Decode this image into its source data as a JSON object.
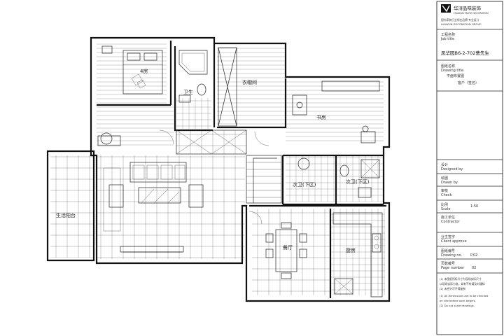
{
  "title_block": {
    "company_name": "华浔品味装饰",
    "company_en": "HUAXUN TASTE DECORATION",
    "company_slogan": "国内家装行业领先品牌 专业设计",
    "company_group": "HUAXUN DECORATION GROUP",
    "project_label": "工程名称",
    "project_label_en": "Job title",
    "project_name": "凤华园B6-2-702曹先生",
    "drawing_label": "图纸名称",
    "drawing_label_en": "Drawing title",
    "drawing_name": "平面布置图",
    "drawing_sub": "客户（签名）",
    "designed_label": "设计",
    "designed_label_en": "Designed by",
    "drawn_label": "绘图",
    "drawn_label_en": "Drawn by",
    "check_label": "审核",
    "check_label_en": "Check",
    "scale_label": "比例",
    "scale_label_en": "Scale",
    "scale_value": "1:50",
    "contractor_label": "施工单位",
    "contractor_label_en": "Contractor",
    "client_label": "业主签字",
    "client_label_en": "Client approve",
    "drawing_no_label": "图纸编号",
    "drawing_no_label_en": "Drawing no.",
    "drawing_no_value": "P.02",
    "page_label": "页数编号",
    "page_label_en": "Page number",
    "page_value": "02",
    "notes": [
      "(1) 本图纸所标尺寸为现场实际尺寸",
      "以现场实际为准，如有不符请及时通知",
      "(2) 未经许可不得复制",
      "(1) All dimensions are to be checked",
      "on site before work begins.",
      "(2) Do not scale drawings."
    ]
  },
  "rooms": {
    "bedroom4": "4房",
    "bath_small": "卫生",
    "cloakroom": "衣帽间",
    "study": "书房",
    "balcony": "生活阳台",
    "second_bath": "次卫(下区)",
    "second_bath2": "次卫(下区)",
    "dining": "餐厅",
    "kitchen": "厨房"
  },
  "icons": {
    "logo": "hx-logo-icon"
  }
}
